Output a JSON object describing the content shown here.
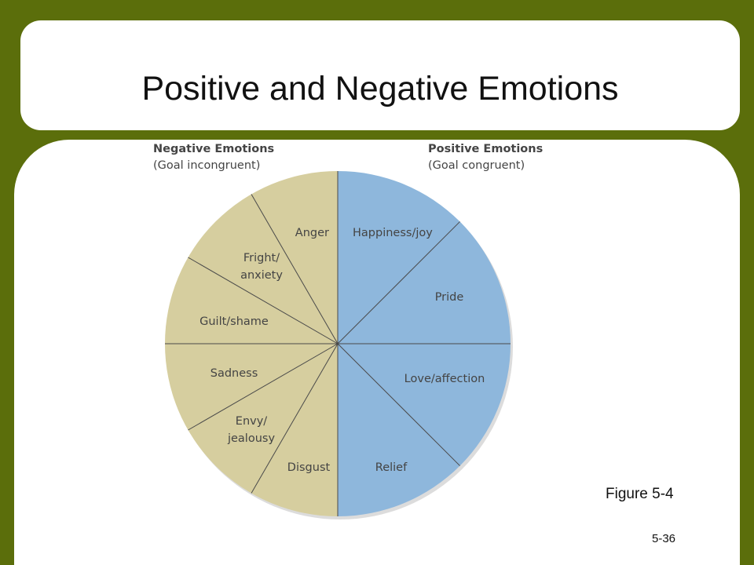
{
  "slide": {
    "title": "Positive and Negative Emotions",
    "figure_label": "Figure 5-4",
    "slide_number": "5-36"
  },
  "diagram": {
    "negative": {
      "heading": "Negative Emotions",
      "subheading": "(Goal incongruent)",
      "color": "#d6ce9f",
      "segments": [
        [
          "Anger"
        ],
        [
          "Fright/",
          "anxiety"
        ],
        [
          "Guilt/shame"
        ],
        [
          "Sadness"
        ],
        [
          "Envy/",
          "jealousy"
        ],
        [
          "Disgust"
        ]
      ]
    },
    "positive": {
      "heading": "Positive Emotions",
      "subheading": "(Goal congruent)",
      "color": "#8eb7dc",
      "segments": [
        [
          "Happiness/joy"
        ],
        [
          "Pride"
        ],
        [
          "Love/affection"
        ],
        [
          "Relief"
        ]
      ]
    },
    "divider_color": "#4a4a4a",
    "background": "#5b6e0b"
  }
}
